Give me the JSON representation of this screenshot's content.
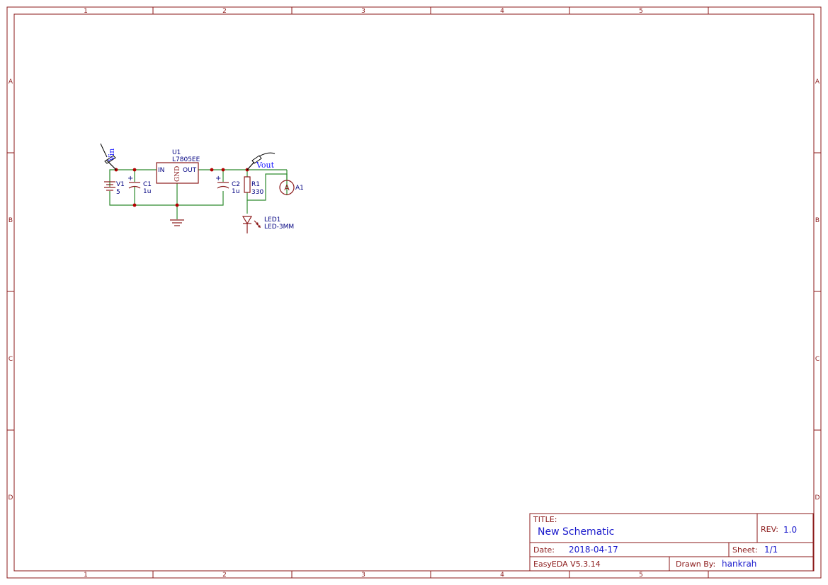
{
  "frame": {
    "columns": [
      "1",
      "2",
      "3",
      "4",
      "5"
    ],
    "rows": [
      "A",
      "B",
      "C",
      "D"
    ]
  },
  "components": {
    "u1": {
      "ref": "U1",
      "value": "L7805EE",
      "pin_in": "IN",
      "pin_out": "OUT",
      "pin_gnd": "GND"
    },
    "v1": {
      "ref": "V1",
      "value": "5"
    },
    "c1": {
      "ref": "C1",
      "value": "1u",
      "polarity": "+"
    },
    "c2": {
      "ref": "C2",
      "value": "1u",
      "polarity": "+"
    },
    "r1": {
      "ref": "R1",
      "value": "330"
    },
    "a1": {
      "ref": "A1",
      "symbol": "A"
    },
    "led1": {
      "ref": "LED1",
      "value": "LED-3MM"
    }
  },
  "probes": {
    "vin": "Vin",
    "vout": "Vout"
  },
  "title_block": {
    "title_label": "TITLE:",
    "title": "New Schematic",
    "rev_label": "REV:",
    "rev": "1.0",
    "date_label": "Date:",
    "date": "2018-04-17",
    "sheet_label": "Sheet:",
    "sheet": "1/1",
    "software": "EasyEDA V5.3.14",
    "drawn_by_label": "Drawn By:",
    "drawn_by": "hankrah"
  },
  "colors": {
    "frame": "#8b1a1a",
    "wire": "#2e8b2e",
    "junction": "#b30000",
    "label": "#000080",
    "net_label": "#1a1aff"
  }
}
